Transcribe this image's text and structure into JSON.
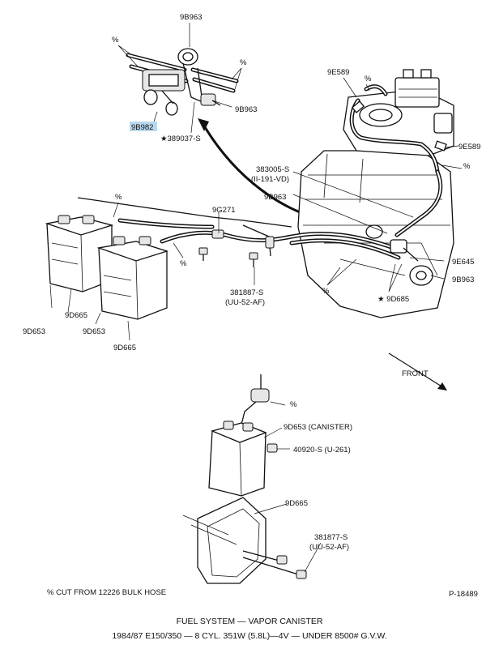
{
  "labels": {
    "p9B963_top": "9B963",
    "pct_top_left": "%",
    "pct_top_right": "%",
    "p9B963_right": "9B963",
    "p9B982": "9B982",
    "p389037": "★389037-S",
    "p9E589_top": "9E589",
    "pct_engine_1": "%",
    "p9E589_right": "9E589",
    "pct_engine_2": "%",
    "p383005": "383005-S",
    "p383005_sub": "(II-191-VD)",
    "p9B963_mid": "9B963",
    "pct_canister_hose": "%",
    "p9G271": "9G271",
    "pct_clip": "%",
    "p9E645": "9E645",
    "p9B963_lower": "9B963",
    "pct_lower_1": "%",
    "p9D685": "★ 9D685",
    "p381887": "381887-S",
    "p381887_sub": "(UU-52-AF)",
    "p9D665_left": "9D665",
    "p9D653_left": "9D653",
    "p9D653_mid": "9D653",
    "p9D665_mid": "9D665",
    "front": "FRONT",
    "pct_detail": "%",
    "p9D653_canister": "9D653 (CANISTER)",
    "p40920": "40920-S (U-261)",
    "p9D665_detail": "9D665",
    "p381877": "381877-S",
    "p381877_sub": "(UU-52-AF)",
    "note": "% CUT FROM 12226 BULK HOSE",
    "plate_number": "P-18489"
  },
  "caption": {
    "title": "FUEL SYSTEM — VAPOR CANISTER",
    "subtitle": "1984/87 E150/350 — 8 CYL. 351W (5.8L)—4V — UNDER 8500# G.V.W."
  }
}
